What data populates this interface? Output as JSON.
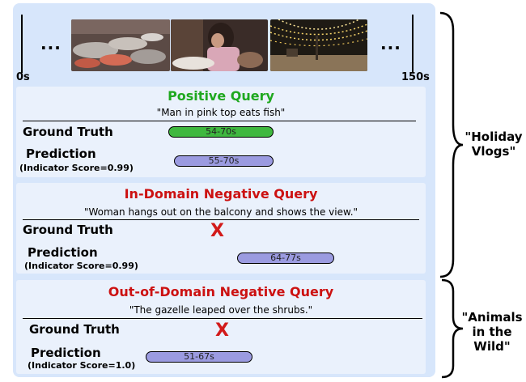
{
  "timeline": {
    "start_label": "0s",
    "end_label": "150s",
    "ellipsis": "..."
  },
  "frames": [
    {
      "name": "seafood-market-frame"
    },
    {
      "name": "person-eating-frame"
    },
    {
      "name": "string-lights-frame"
    }
  ],
  "sections": {
    "positive": {
      "title": "Positive Query",
      "title_color": "#1fa81f",
      "query": "\"Man in pink top eats fish\"",
      "ground_truth_label": "Ground Truth",
      "ground_truth_segment": "54-70s",
      "prediction_label": "Prediction",
      "score_label": "(Indicator Score=0.99)",
      "prediction_segment": "55-70s"
    },
    "in_domain": {
      "title": "In-Domain Negative Query",
      "title_color": "#cc1111",
      "query": "\"Woman hangs out on the balcony and shows the view.\"",
      "ground_truth_label": "Ground Truth",
      "ground_truth_mark": "X",
      "prediction_label": "Prediction",
      "score_label": "(Indicator Score=0.99)",
      "prediction_segment": "64-77s"
    },
    "out_of_domain": {
      "title": "Out-of-Domain Negative Query",
      "title_color": "#cc1111",
      "query": "\"The gazelle leaped over the shrubs.\"",
      "ground_truth_label": "Ground Truth",
      "ground_truth_mark": "X",
      "prediction_label": "Prediction",
      "score_label": "(Indicator Score=1.0)",
      "prediction_segment": "51-67s"
    }
  },
  "side_labels": {
    "holiday_line1": "\"Holiday",
    "holiday_line2": "Vlogs\"",
    "animals_line1": "\"Animals",
    "animals_line2": "in the",
    "animals_line3": "Wild\""
  },
  "colors": {
    "panel": "#d7e6fb",
    "ground_truth_segment": "#3fb83f",
    "prediction_segment": "#9b9be0",
    "x_mark": "#d21a1a"
  }
}
